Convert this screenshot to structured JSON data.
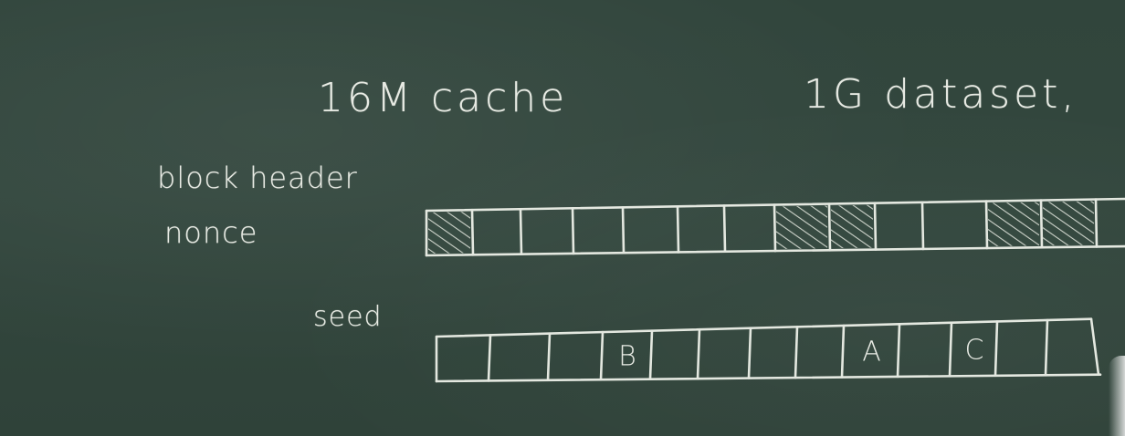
{
  "board": {
    "cache_label": "16M cache",
    "dataset_label": "1G dataset,",
    "header_label": "block header",
    "nonce_label": "nonce",
    "seed_label": "seed"
  },
  "dataset_strip": {
    "cells": 14,
    "hatched_cells": [
      0,
      7,
      8,
      11,
      12
    ]
  },
  "cache_strip": {
    "cells": 13,
    "labels": [
      {
        "cell": 3,
        "text": "B"
      },
      {
        "cell": 8,
        "text": "A"
      },
      {
        "cell": 10,
        "text": "C"
      }
    ]
  },
  "colors": {
    "board": "#33463d",
    "chalk": "#e8ebe4"
  }
}
